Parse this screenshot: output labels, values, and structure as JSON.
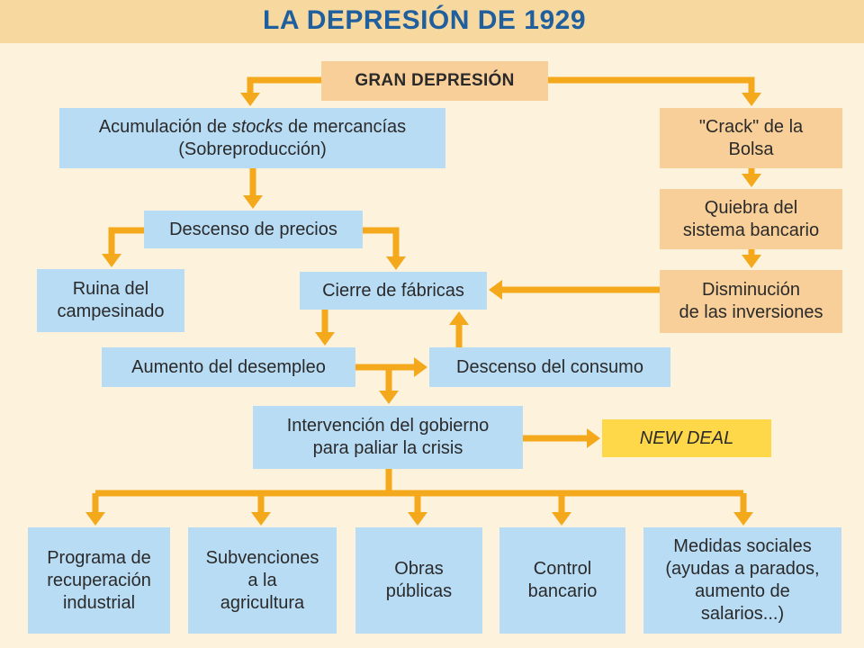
{
  "title": "LA DEPRESIÓN DE 1929",
  "colors": {
    "background": "#fdf3dc",
    "title_band": "#f7d9a0",
    "title_text": "#1f5f9e",
    "cause_box": "#b9dcf5",
    "finance_box": "#f8cf98",
    "highlight_box": "#ffd84a",
    "arrow": "#f4a81c"
  },
  "nodes": {
    "gran_depresion": "GRAN DEPRESIÓN",
    "acumulacion_pre": "Acumulación de ",
    "acumulacion_em": "stocks",
    "acumulacion_post": " de mercancías",
    "sobreproduccion": "(Sobreproducción)",
    "crack_line1": "\"Crack\" de la",
    "crack_line2": "Bolsa",
    "quiebra_line1": "Quiebra del",
    "quiebra_line2": "sistema bancario",
    "descenso_precios": "Descenso de precios",
    "ruina_line1": "Ruina del",
    "ruina_line2": "campesinado",
    "cierre_fabricas": "Cierre de fábricas",
    "disminucion_line1": "Disminución",
    "disminucion_line2": "de las inversiones",
    "aumento_desempleo": "Aumento del desempleo",
    "descenso_consumo": "Descenso del consumo",
    "intervencion_line1": "Intervención del gobierno",
    "intervencion_line2": "para paliar la crisis",
    "new_deal": "NEW DEAL",
    "programa_line1": "Programa de",
    "programa_line2": "recuperación",
    "programa_line3": "industrial",
    "subvenciones_line1": "Subvenciones",
    "subvenciones_line2": "a la",
    "subvenciones_line3": "agricultura",
    "obras_line1": "Obras",
    "obras_line2": "públicas",
    "control_line1": "Control",
    "control_line2": "bancario",
    "medidas_line1": "Medidas sociales",
    "medidas_line2": "(ayudas a parados,",
    "medidas_line3": "aumento de",
    "medidas_line4": "salarios...)"
  }
}
